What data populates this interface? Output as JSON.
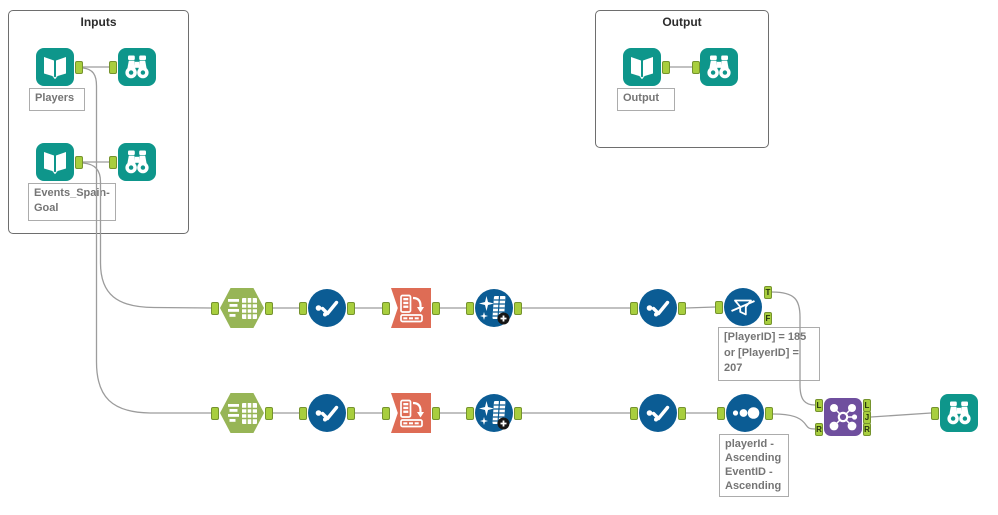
{
  "workflow": {
    "containers": {
      "inputs": {
        "title": "Inputs"
      },
      "output": {
        "title": "Output"
      }
    },
    "labels": {
      "players": "Players",
      "events": "Events_Spain-\nGoal",
      "output": "Output"
    },
    "annotations": {
      "filter": "[PlayerID] = 185\nor [PlayerID] =\n207",
      "sort": "playerId -\nAscending\nEventID -\nAscending"
    },
    "anchors": {
      "t": "T",
      "f": "F",
      "l": "L",
      "r": "R",
      "j": "J"
    },
    "tools": [
      {
        "name": "input-data-players",
        "type": "Input Data",
        "icon": "book-icon",
        "label": "Players"
      },
      {
        "name": "browse-players",
        "type": "Browse",
        "icon": "binoculars-icon"
      },
      {
        "name": "input-data-events",
        "type": "Input Data",
        "icon": "book-icon",
        "label": "Events_Spain-Goal"
      },
      {
        "name": "browse-events",
        "type": "Browse",
        "icon": "binoculars-icon"
      },
      {
        "name": "output-file",
        "type": "Input Data",
        "icon": "book-icon",
        "label": "Output"
      },
      {
        "name": "browse-output",
        "type": "Browse",
        "icon": "binoculars-icon"
      },
      {
        "name": "parse-1",
        "type": "Text To Columns",
        "icon": "list-table-icon"
      },
      {
        "name": "select-1",
        "type": "Select",
        "icon": "check-dots-icon"
      },
      {
        "name": "transpose-1",
        "type": "Transpose",
        "icon": "pivot-arrow-icon"
      },
      {
        "name": "formula-1",
        "type": "Formula",
        "icon": "sparkle-column-plus-icon"
      },
      {
        "name": "select-2",
        "type": "Select",
        "icon": "check-dots-icon"
      },
      {
        "name": "filter",
        "type": "Filter",
        "icon": "funnel-icon",
        "annotation": "[PlayerID] = 185 or [PlayerID] = 207"
      },
      {
        "name": "parse-2",
        "type": "Text To Columns",
        "icon": "list-table-icon"
      },
      {
        "name": "select-3",
        "type": "Select",
        "icon": "check-dots-icon"
      },
      {
        "name": "transpose-2",
        "type": "Transpose",
        "icon": "pivot-arrow-icon"
      },
      {
        "name": "formula-2",
        "type": "Formula",
        "icon": "sparkle-column-plus-icon"
      },
      {
        "name": "select-4",
        "type": "Select",
        "icon": "check-dots-icon"
      },
      {
        "name": "sort",
        "type": "Sort",
        "icon": "three-dots-icon",
        "annotation": "playerId - Ascending EventID - Ascending"
      },
      {
        "name": "join",
        "type": "Join",
        "icon": "molecule-icon"
      },
      {
        "name": "browse-final",
        "type": "Browse",
        "icon": "binoculars-icon"
      }
    ],
    "colors": {
      "teal": "#0E968B",
      "olive": "#97B556",
      "blue": "#0B5C94",
      "orange": "#DE6C55",
      "purple": "#6F4F9E",
      "anchor_green": "#A8CE3E",
      "wire_gray": "#9C9C9C"
    }
  }
}
